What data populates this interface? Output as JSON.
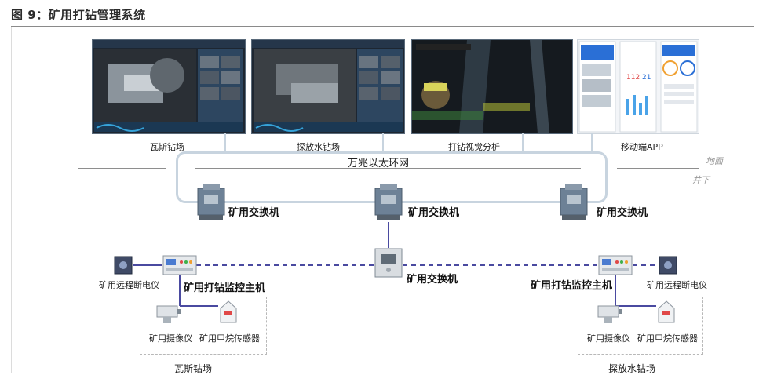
{
  "figure": {
    "title": "图 9：矿用打钻管理系统"
  },
  "screens": {
    "gas_drilling": {
      "caption": "瓦斯钻场"
    },
    "water_drilling": {
      "caption": "探放水钻场"
    },
    "vision": {
      "caption": "打钻视觉分析"
    },
    "mobile": {
      "caption": "移动端APP"
    }
  },
  "network": {
    "ring_label": "万兆以太环网",
    "surface_label": "地面",
    "underground_label": "井下"
  },
  "switches": {
    "left": "矿用交换机",
    "center": "矿用交换机",
    "right": "矿用交换机",
    "lower": "矿用交换机"
  },
  "left_site": {
    "monitor_host": "矿用打钻监控主机",
    "power_cutoff": "矿用远程断电仪",
    "camera": "矿用摄像仪",
    "methane_sensor": "矿用甲烷传感器",
    "site_name": "瓦斯钻场"
  },
  "right_site": {
    "monitor_host": "矿用打钻监控主机",
    "power_cutoff": "矿用远程断电仪",
    "camera": "矿用摄像仪",
    "methane_sensor": "矿用甲烷传感器",
    "site_name": "探放水钻场"
  },
  "colors": {
    "ring": "#c8d4df",
    "link_solid": "#4a4aa0",
    "link_dashed": "#4a4aa0",
    "switch_body": "#6d8196"
  }
}
